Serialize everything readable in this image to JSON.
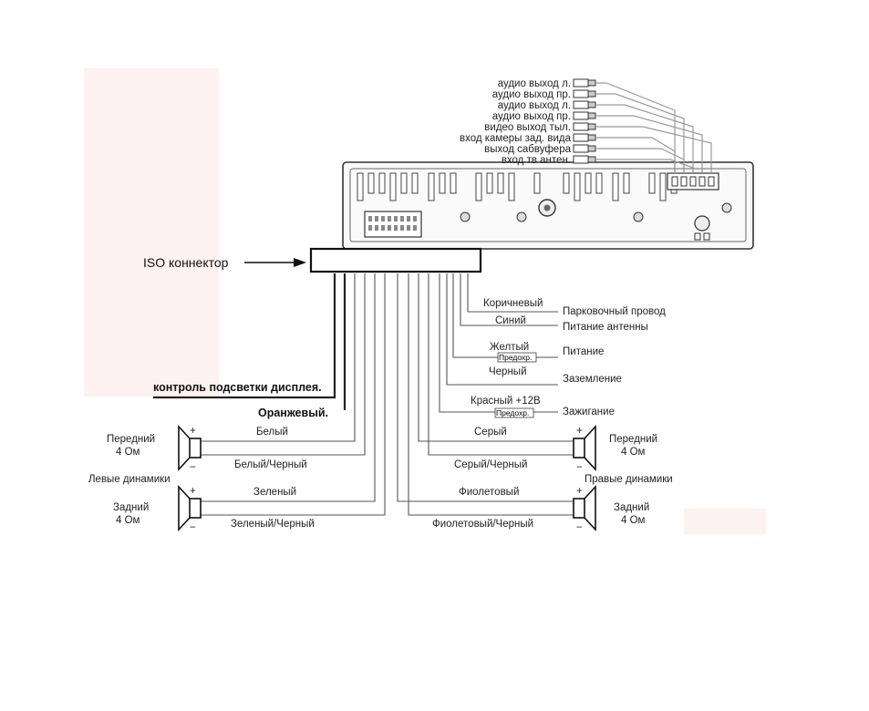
{
  "rca_labels": [
    "аудио выход л.",
    "аудио выход пр.",
    "аудио выход л.",
    "аудио выход пр.",
    "видео выход тыл.",
    "вход камеры зад. вида",
    "выход сабвуфера",
    "вход тв антен."
  ],
  "iso_connector_label": "ISO коннектор",
  "right_wires": [
    {
      "color": "Коричневый",
      "function": "Парковочный провод"
    },
    {
      "color": "Синий",
      "function": "Питание антенны"
    },
    {
      "color": "Желтый",
      "function": "Питание",
      "fuse": "Предохр."
    },
    {
      "color": "Черный",
      "function": "Заземление"
    },
    {
      "color": "Красный +12В",
      "function": "Зажигание",
      "fuse": "Предохр."
    }
  ],
  "backlight_label": "контроль подсветки дисплея.",
  "orange_label": "Оранжевый.",
  "left_speakers": {
    "group_label": "Левые динамики",
    "front": {
      "name": "Передний",
      "impedance": "4 Ом",
      "wire_pos": "Белый",
      "wire_neg": "Белый/Черный"
    },
    "rear": {
      "name": "Задний",
      "impedance": "4 Ом",
      "wire_pos": "Зеленый",
      "wire_neg": "Зеленый/Черный"
    }
  },
  "right_speakers": {
    "group_label": "Правые динамики",
    "front": {
      "name": "Передний",
      "impedance": "4 Ом",
      "wire_pos": "Серый",
      "wire_neg": "Серый/Черный"
    },
    "rear": {
      "name": "Задний",
      "impedance": "4 Ом",
      "wire_pos": "Фиолетовый",
      "wire_neg": "Фиолетовый/Черный"
    }
  },
  "polarity": {
    "plus": "+",
    "minus": "−"
  }
}
